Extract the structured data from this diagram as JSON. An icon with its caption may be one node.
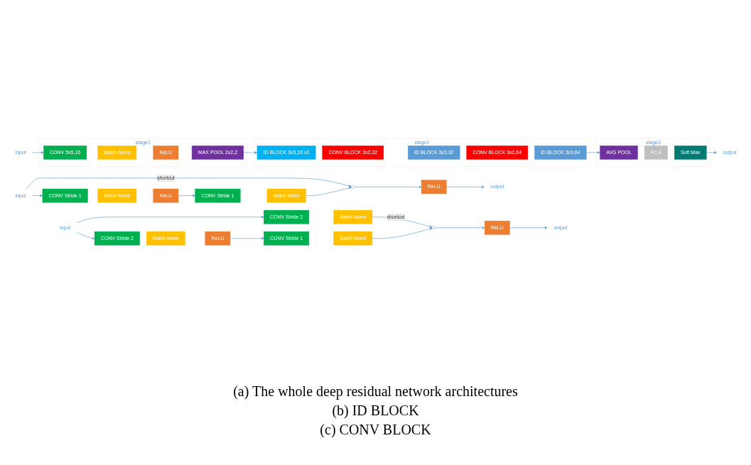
{
  "diagram": {
    "nodes": [
      {
        "text": [
          "Input"
        ]
      },
      {
        "text": [
          "stage1"
        ]
      },
      {
        "text": [
          "CONV 5x5,16"
        ],
        "in": 1
      },
      {
        "text": [
          "Batch Norm"
        ],
        "in": 1
      },
      {
        "text": [
          "ReLU"
        ],
        "in": 1
      },
      {
        "text": [
          "MAX POOL 2x2,2"
        ],
        "in": 1
      },
      {
        "text": [
          "stage2"
        ]
      },
      {
        "text": [
          "ID BLOCK 3x3,16 x2"
        ],
        "in": 6
      },
      {
        "text": [
          "CONV BLOCK 3x2,32"
        ],
        "in": 6
      },
      {
        "text": [
          "ID BLOCK 3x3,32"
        ],
        "in": 6
      },
      {
        "text": [
          "CONV BLOCK 3x2,64"
        ],
        "in": 6
      },
      {
        "text": [
          "ID BLOCK 3x3,64"
        ],
        "in": 6
      },
      {
        "text": [
          "stage3"
        ]
      },
      {
        "text": [
          "AVG POOL"
        ],
        "in": 12
      },
      {
        "text": [
          "FC,4"
        ],
        "in": 12
      },
      {
        "text": [
          "Soft Max"
        ],
        "in": 12
      },
      {
        "text": [
          "output"
        ]
      },
      {
        "text": [
          "input"
        ]
      },
      {
        "text": [
          "CONV Stride 1"
        ]
      },
      {
        "text": [
          "Batch Norm"
        ]
      },
      {
        "text": [
          "ReLU"
        ]
      },
      {
        "text": [
          "CONV Stride 1"
        ]
      },
      {
        "text": [
          "Batch Norm"
        ]
      },
      {
        "text": [],
        "shape": "circle"
      },
      {
        "text": [
          "ReLU"
        ]
      },
      {
        "text": [
          "output"
        ]
      },
      {
        "text": [
          "input"
        ]
      },
      {
        "text": [
          "CONV Stride 2"
        ]
      },
      {
        "text": [
          "Batch Norm"
        ]
      },
      {
        "text": [
          "CONV Stride 2"
        ]
      },
      {
        "text": [
          "Batch Norm"
        ]
      },
      {
        "text": [
          "ReLU"
        ]
      },
      {
        "text": [
          "CONV Stride 1"
        ]
      },
      {
        "text": [
          "Batch Norm"
        ]
      },
      {
        "text": [],
        "shape": "circle"
      },
      {
        "text": [
          "ReLU"
        ]
      },
      {
        "text": [
          "output"
        ]
      }
    ],
    "edges": [
      {
        "from": 0,
        "to": 2,
        "arrow": "to"
      },
      {
        "from": 5,
        "to": 7,
        "arrow": "to"
      },
      {
        "from": 11,
        "to": 13,
        "arrow": "to"
      },
      {
        "from": 15,
        "to": 16,
        "arrow": "to"
      },
      {
        "from": 17,
        "to": 18,
        "arrow": "to"
      },
      {
        "from": 17,
        "to": 23,
        "arrow": "to",
        "label": "shortcut"
      },
      {
        "from": 20,
        "to": 21,
        "arrow": "to"
      },
      {
        "from": 22,
        "to": 23,
        "arrow": "to"
      },
      {
        "from": 23,
        "to": 24,
        "arrow": "to"
      },
      {
        "from": 24,
        "to": 25,
        "arrow": "to"
      },
      {
        "from": 26,
        "to": 29,
        "arrow": "to"
      },
      {
        "from": 26,
        "to": 27,
        "arrow": "to"
      },
      {
        "from": 28,
        "to": 34,
        "arrow": "to",
        "label": "shortcut"
      },
      {
        "from": 31,
        "to": 32,
        "arrow": "to"
      },
      {
        "from": 33,
        "to": 34,
        "arrow": "to"
      },
      {
        "from": 34,
        "to": 35,
        "arrow": "to"
      },
      {
        "from": 35,
        "to": 36,
        "arrow": "to"
      }
    ],
    "labels": [
      "(a) The whole deep residual network architectures",
      "(b) ID BLOCK",
      "(c) CONV BLOCK"
    ]
  }
}
